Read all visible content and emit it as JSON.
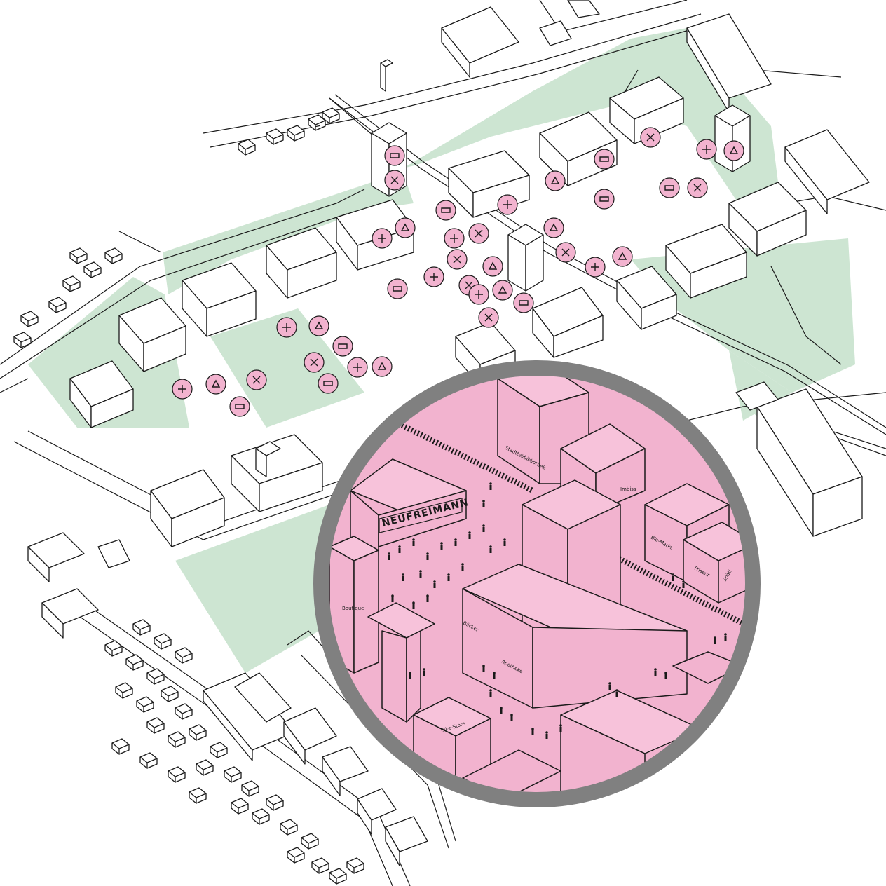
{
  "map": {
    "background": "#ffffff",
    "colors": {
      "green_space": "#cde5d2",
      "poi_marker": "#f2b3cf",
      "zoom_fill": "#f2b3cf",
      "zoom_ring": "#808080",
      "line": "#1a1a1a"
    }
  },
  "poi_markers": [
    {
      "icon": "store-counter-icon"
    },
    {
      "icon": "people-group-icon"
    },
    {
      "icon": "tooth-icon"
    },
    {
      "icon": "dog-grooming-icon"
    },
    {
      "icon": "medical-cross-icon"
    },
    {
      "icon": "dance-icon"
    },
    {
      "icon": "restaurant-table-icon"
    },
    {
      "icon": "tools-icon"
    },
    {
      "icon": "office-desk-icon"
    },
    {
      "icon": "painting-easel-icon"
    },
    {
      "icon": "bed-icon"
    },
    {
      "icon": "groceries-basket-icon"
    },
    {
      "icon": "vegetables-icon"
    },
    {
      "icon": "shopping-cart-icon"
    },
    {
      "icon": "hairdresser-icon"
    },
    {
      "icon": "fruit-basket-icon"
    },
    {
      "icon": "gift-icon"
    },
    {
      "icon": "vending-machine-icon"
    },
    {
      "icon": "shopping-cart-icon"
    },
    {
      "icon": "hair-dryer-icon"
    },
    {
      "icon": "coffee-cup-icon"
    },
    {
      "icon": "bakery-icon"
    },
    {
      "icon": "glasses-icon"
    },
    {
      "icon": "meat-icon"
    },
    {
      "icon": "bicycle-icon"
    },
    {
      "icon": "beer-toast-icon"
    },
    {
      "icon": "burger-icon"
    },
    {
      "icon": "market-basket-icon"
    },
    {
      "icon": "ice-cream-icon"
    },
    {
      "icon": "cafe-icon"
    },
    {
      "icon": "bread-icon"
    },
    {
      "icon": "lollipop-icon"
    },
    {
      "icon": "bird-icon"
    },
    {
      "icon": "artist-easel-icon"
    },
    {
      "icon": "bird-icon"
    },
    {
      "icon": "dog-icon"
    },
    {
      "icon": "sausage-icon"
    },
    {
      "icon": "scissors-icon"
    },
    {
      "icon": "walking-person-icon"
    },
    {
      "icon": "food-bowl-icon"
    }
  ],
  "zoom": {
    "title_sign": "NEUFREIMANN",
    "shops": {
      "library": "Stadtteilbibliothek",
      "imbiss": "Imbiss",
      "biomarkt": "Bio-Markt",
      "friseur": "Friseur",
      "spaeti": "Späti",
      "boutique": "Boutique",
      "baecker": "Bäcker",
      "apotheke": "Apotheke",
      "bikestore": "Bike-Store"
    }
  }
}
